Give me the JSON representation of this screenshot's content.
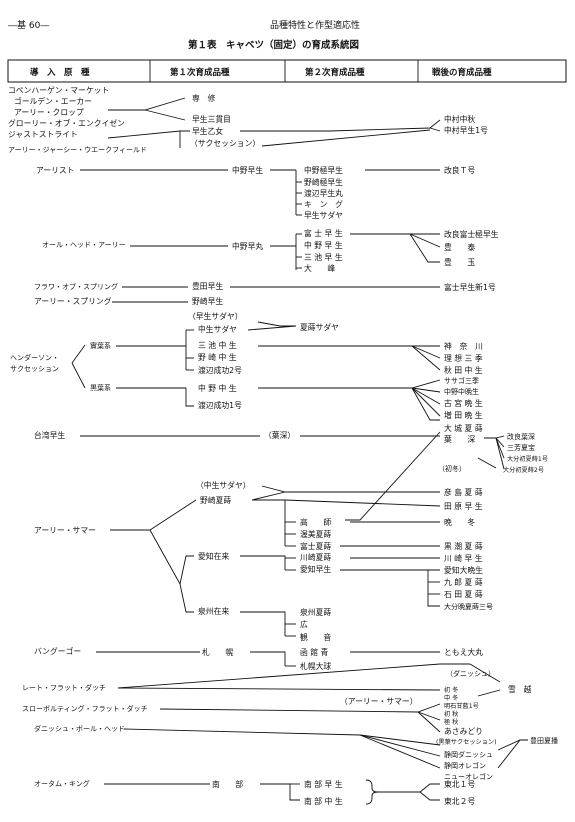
{
  "page_label": "―基 60―",
  "title": "品種特性と作型適応性",
  "table_title": "第１表　キャベツ（固定）の育成系統図",
  "headers": [
    "導　入　原　種",
    "第１次育成品種",
    "第２次育成品種",
    "戦後の育成品種"
  ],
  "nodes": {
    "copenhagen": "コペンハーゲン・マーケット",
    "golden": "ゴールデン・エーカー",
    "early_crop": "アーリー・クロップ",
    "glory": "グローリー・オブ・エンクイゼン",
    "jersey_straight": "ジャストストライト",
    "early_jersey": "アーリー・ジャーシー・ウエークフィールド",
    "senshu": "専　修",
    "wase_sankan": "早生三貫目",
    "wase_otome": "早生乙女",
    "succession_p": "（サクセッション）",
    "nakamura_chushu": "中村中秋",
    "nakamura_wase1": "中村早生1号",
    "early_ist": "アーリスト",
    "nakano_wase": "中野早生",
    "nakano_gokuwase": "中野極早生",
    "nozaki_gokuwase": "野崎極早生",
    "watanabe_wasemaru": "渡辺早生丸",
    "king": "キ　ン　グ",
    "wase_sagaya": "早生サダヤ",
    "kairyo_t": "改良Ｔ号",
    "all_head": "オール・ヘッド・アーリー",
    "nakano_wasemaru": "中野早丸",
    "fuji_wase": "富 士 早 生",
    "nakano_wase2": "中 野 早 生",
    "miike_wase": "三 池 早 生",
    "taiho": "大　　峰",
    "kairyo_fuji": "改良富士極早生",
    "yutaka": "豊　　泰",
    "yutaka_gyoku": "豊　　玉",
    "flower": "フラワ・オブ・スプリング",
    "toyoda_wase": "豊田早生",
    "fuji_wase_new1": "富士早生新1号",
    "early_spring": "アーリー・スプリング",
    "nozaki_wase": "野崎早生",
    "wase_sagaya_p": "（早生サダヤ）",
    "chusei_sagaya": "中生サダヤ",
    "natsumaki_sagaya": "夏蒔サダヤ",
    "henderson": "ヘンダーソン・",
    "succession": "サクセッション",
    "shirotane": "實葉系",
    "kurotane": "黒葉系",
    "miike_chusei": "三 池 中 生",
    "nozaki_chusei": "野 崎 中 生",
    "watanabe_seiko2": "渡辺成功2号",
    "nakano_chusei": "中 野 中 生",
    "watanabe_seiko1": "渡辺成功1号",
    "kanagawa": "神　奈　川",
    "riso_sanki": "理 想 三 季",
    "akita_chusei": "秋 田 中 生",
    "sasago_sanki": "ササゴ三季",
    "nakano_chubansei": "中野中晩生",
    "furumiya_bansei": "古 宮 晩 生",
    "masuda_bansei": "増 田 晩 生",
    "daijo_natsumaki": "大 城 夏 蒔",
    "taiwan": "台湾早生",
    "hashin_p": "（葉深）",
    "hashin": "葉　　深",
    "kairyo_hashin": "改良葉深",
    "sanpo_kaho": "三芳夏宝",
    "oita_hatsu1": "大分初夏蒔1号",
    "oita_hatsu2": "大分初夏蒔2号",
    "hatsufuyu_p": "（初冬）",
    "chusei_sagaya_p": "（中生サダヤ）",
    "nozaki_natsu": "野崎夏蒔",
    "hikojima": "彦 島 夏 蒔",
    "tahara_wase": "田 原 早 生",
    "early_summer": "アーリー・サマー",
    "takashi": "高　　師",
    "atsumi_natsu": "渥美夏蒔",
    "fuji_natsu": "富士夏蒔",
    "bantou": "晩　　冬",
    "aichi_zairai": "愛知在来",
    "kawasaki_natsu": "川崎夏蒔",
    "aichi_wase": "愛知早生",
    "kuroshio": "黒 潮 夏 蒔",
    "kawasaki_wase": "川 崎 早 生",
    "aichi_taiban": "愛知大晩生",
    "kuro_natsu": "九 郎 夏 蒔",
    "ishida_natsu": "石 田 夏 蒔",
    "oita_bansan3": "大分晩夏蒔三号",
    "senshu_zairai": "泉州在来",
    "senshu_natsu": "泉州夏蒔",
    "hiro": "広",
    "kannon": "観　　音",
    "bangugo": "バングーゴー",
    "sapporo": "札　　幌",
    "hakodate_ao": "函 館 青",
    "sapporo_daikyu": "札幌大球",
    "tomoe_daikyu": "ともえ大丸",
    "danish_p": "（ダニッシュ）",
    "late_flat": "レート・フラット・ダッチ",
    "uikoshi": "雪　越",
    "slow_bolting": "スローボルティング・フラット・ダッチ",
    "early_summer_p": "（アーリー・サマー）",
    "danish_ball": "ダニッシュ・ボール・ヘッド",
    "hatsu_fuyu": "初 冬",
    "chu_fuyu": "中 冬",
    "meikyoku_gekkou1": "明石甘藍1号",
    "hatsu_aki": "初 秋",
    "goku_aki": "極 秋",
    "asami_dori": "あさみどり",
    "kuro_succession_p": "(黒葉サクセッション)",
    "shizuoka_danish": "静岡ダニッシュ",
    "shizuoka_oregon": "静岡オレゴン",
    "new_oregon": "ニューオレゴン",
    "toyoda_natsu": "豊田夏播",
    "autumn_king": "オータム・キング",
    "nanbu": "南　　部",
    "nanbu_wase": "南 部 早 生",
    "nanbu_chusei": "南 部 中 生",
    "tohoku1": "東北１号",
    "tohoku2": "東北２号"
  }
}
